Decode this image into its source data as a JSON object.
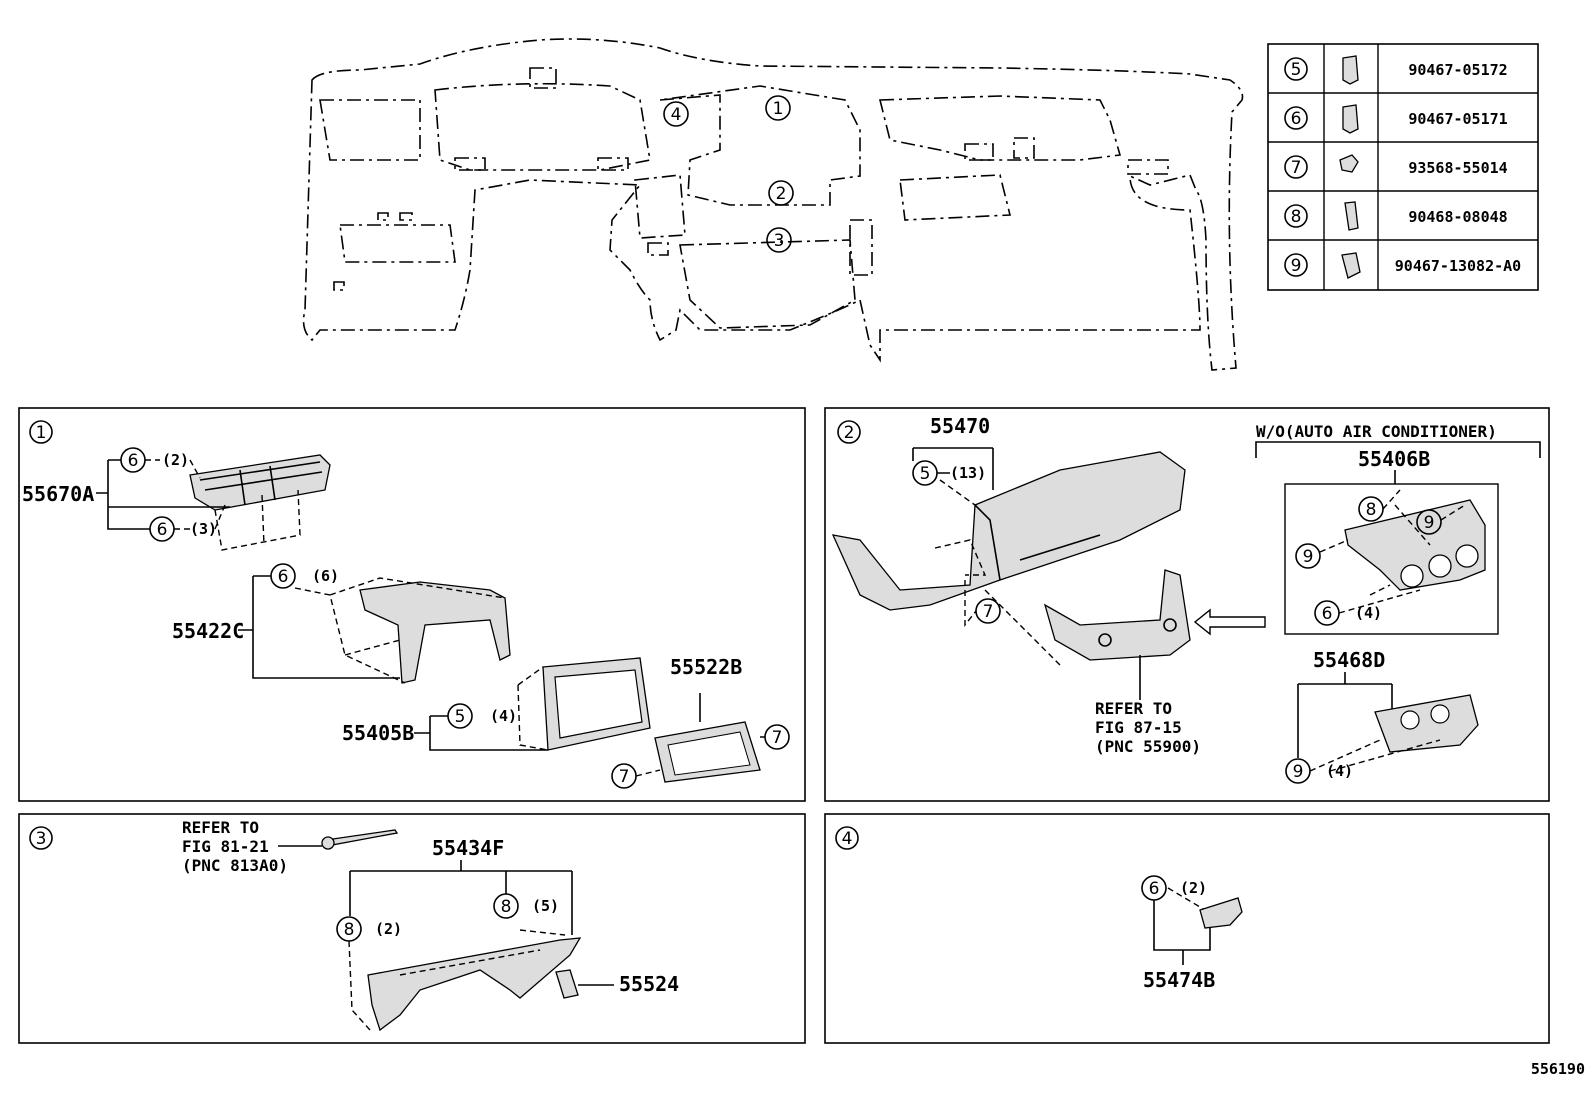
{
  "table": {
    "rows": [
      {
        "ref": "5",
        "part_no": "90467-05172"
      },
      {
        "ref": "6",
        "part_no": "90467-05171"
      },
      {
        "ref": "7",
        "part_no": "93568-55014"
      },
      {
        "ref": "8",
        "part_no": "90468-08048"
      },
      {
        "ref": "9",
        "part_no": "90467-13082-A0"
      }
    ]
  },
  "overview": {
    "markers": [
      "1",
      "2",
      "3",
      "4"
    ]
  },
  "panel1": {
    "number": "1",
    "p55670A": "55670A",
    "p55422C": "55422C",
    "p55405B": "55405B",
    "p55522B": "55522B",
    "c6": "6",
    "c5": "5",
    "c7": "7",
    "q2": "(2)",
    "q3": "(3)",
    "q6": "(6)",
    "q4": "(4)"
  },
  "panel2": {
    "number": "2",
    "p55470": "55470",
    "q13": "(13)",
    "c5": "5",
    "c7": "7",
    "c8": "8",
    "c9": "9",
    "c6": "6",
    "ref_line1": "REFER TO",
    "ref_line2": "FIG 87-15",
    "ref_line3": "(PNC 55900)",
    "variant": "W/O(AUTO AIR CONDITIONER)",
    "p55406B": "55406B",
    "p55468D": "55468D",
    "q4a": "(4)",
    "q4b": "(4)"
  },
  "panel3": {
    "number": "3",
    "ref_line1": "REFER TO",
    "ref_line2": "FIG 81-21",
    "ref_line3": "(PNC 813A0)",
    "p55434F": "55434F",
    "p55524": "55524",
    "c8": "8",
    "q2": "(2)",
    "q5": "(5)"
  },
  "panel4": {
    "number": "4",
    "c6": "6",
    "q2": "(2)",
    "p55474B": "55474B"
  },
  "figure_id": "556190"
}
